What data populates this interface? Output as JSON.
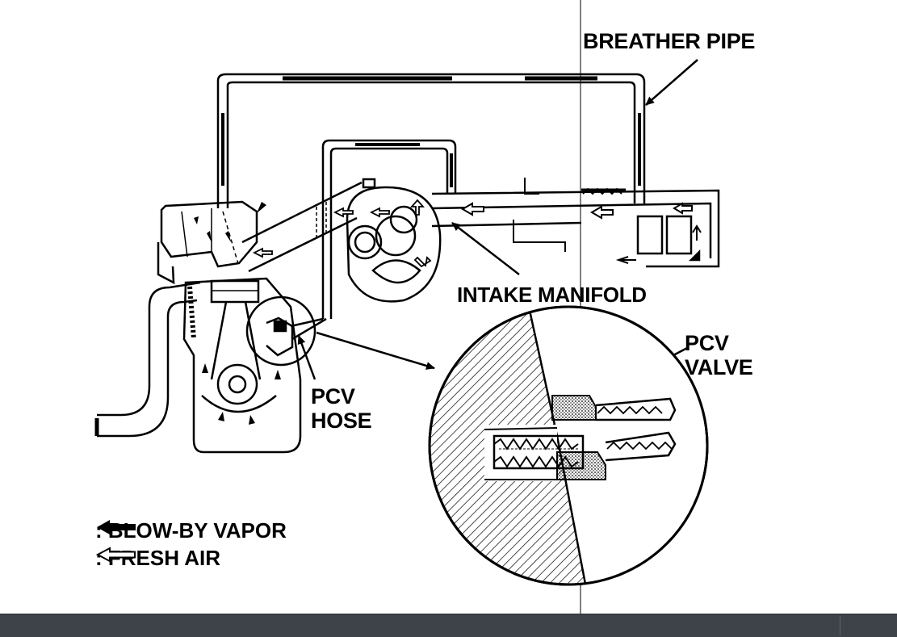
{
  "diagram": {
    "labels": {
      "breather_pipe": "BREATHER PIPE",
      "intake_manifold": "INTAKE MANIFOLD",
      "pcv_valve_line1": "PCV",
      "pcv_valve_line2": "VALVE",
      "pcv_hose_line1": "PCV",
      "pcv_hose_line2": "HOSE"
    },
    "legend": {
      "blowby": ": BLOW-BY VAPOR",
      "fresh_air": ": FRESH AIR",
      "blowby_icon": "solid-black-arrow-icon",
      "fresh_air_icon": "outline-arrow-icon"
    },
    "colors": {
      "ink": "#000000",
      "paper": "#ffffff",
      "bottom_bar": "#3e434a"
    }
  }
}
